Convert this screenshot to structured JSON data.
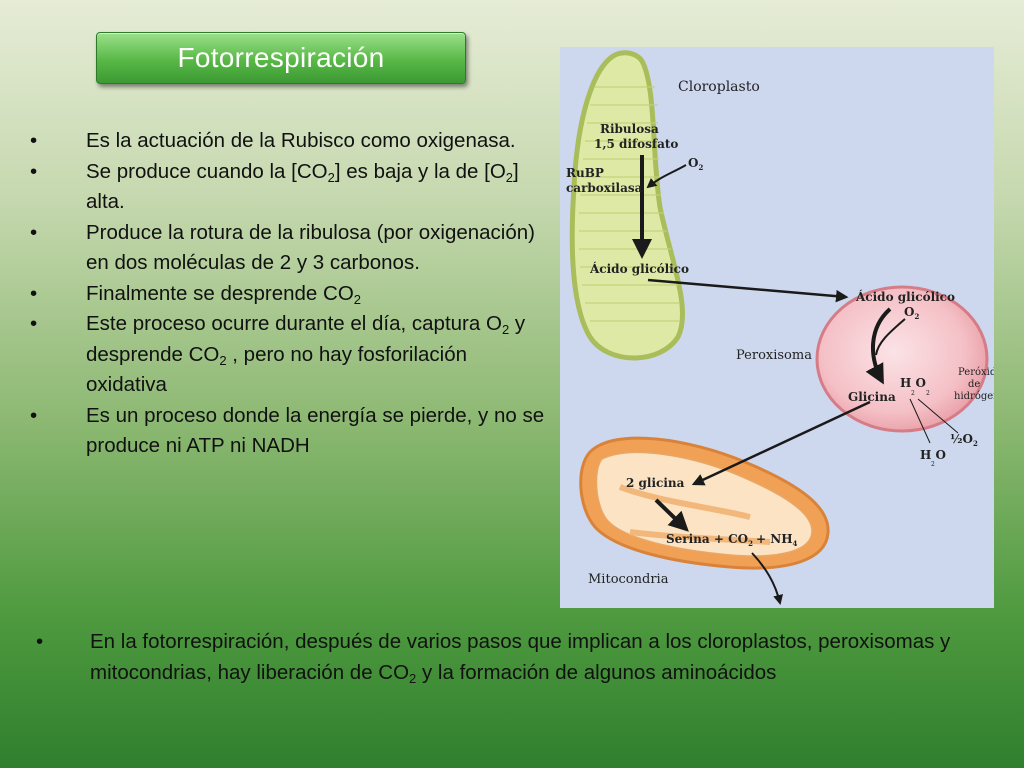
{
  "slide": {
    "title": "Fotorrespiración",
    "bullets": [
      [
        "Es la actuación de la Rubisco como oxigenasa."
      ],
      [
        "Se produce cuando la [CO",
        "2",
        "] es baja y la de [O",
        "2",
        "] alta."
      ],
      [
        "Produce la rotura de la ribulosa (por oxigenación) en dos moléculas de 2 y 3 carbonos."
      ],
      [
        "Finalmente se desprende CO",
        "2",
        ""
      ],
      [
        "Este proceso  ocurre durante el día, captura O",
        "2",
        " y desprende CO",
        "2",
        " , pero no hay fosforilación oxidativa"
      ],
      [
        "Es un proceso donde la energía se pierde, y no se produce ni ATP ni NADH"
      ]
    ],
    "bottom_note": [
      "En la fotorrespiración, después de varios pasos que implican a los cloroplastos, peroxisomas y mitocondrias, hay liberación de CO",
      "2",
      "  y la formación de algunos aminoácidos"
    ]
  },
  "diagram": {
    "chloroplast_label": "Cloroplasto",
    "ribulose_line1": "Ribulosa",
    "ribulose_line2": "1,5 difosfato",
    "rubp_line1": "RuBP",
    "rubp_line2": "carboxilasa",
    "o2_chloro": "O",
    "o2_chloro_sub": "2",
    "glycolic_chloro": "Ácido glicólico",
    "glycolic_perox": "Ácido glicólico",
    "o2_perox": "O",
    "o2_perox_sub": "2",
    "peroxisome_label": "Peroxisoma",
    "h2o2": "H O",
    "h2o2_sub1": "2",
    "h2o2_sub2": "2",
    "peroxide_line1": "Peróxido",
    "peroxide_line2": "de",
    "peroxide_line3": "hidrógeno",
    "glycine": "Glicina",
    "half_o2": "½O",
    "half_o2_sub": "2",
    "h2o": "H O",
    "h2o_sub": "2",
    "two_glycine": "2 glicina",
    "serine_products": "Serina + CO",
    "serine_co2_sub": "2",
    "nh4": "+ NH",
    "nh4_sub": "4",
    "mitochondria_label": "Mitocondria"
  },
  "colors": {
    "title_green": "#58b846",
    "chloroplast_fill": "#dfe9a6",
    "chloroplast_edge": "#a9bd5a",
    "peroxisome_fill": "#f4c0c6",
    "mitochondria_fill": "#f0a155",
    "diagram_bg": "#cdd8ee"
  }
}
